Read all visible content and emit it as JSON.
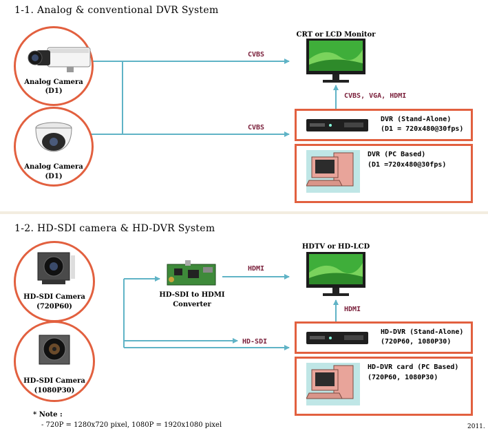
{
  "section1": {
    "title": "1-1. Analog & conventional DVR System",
    "camera1": {
      "name": "Analog Camera",
      "res": "(D1)"
    },
    "camera2": {
      "name": "Analog Camera",
      "res": "(D1)"
    },
    "monitor": "CRT or LCD Monitor",
    "signal_top": "CVBS",
    "signal_mid": "CVBS",
    "signal_up": "CVBS, VGA, HDMI",
    "dvr_sa": {
      "line1": "DVR (Stand-Alone)",
      "line2": "(D1 = 720x480@30fps)"
    },
    "dvr_pc": {
      "line1": "DVR (PC Based)",
      "line2": "(D1 =720x480@30fps)"
    }
  },
  "section2": {
    "title": "1-2. HD-SDI camera & HD-DVR System",
    "camera1": {
      "name": "HD-SDI Camera",
      "res": "(720P60)"
    },
    "camera2": {
      "name": "HD-SDI Camera",
      "res": "(1080P30)"
    },
    "converter": {
      "line1": "HD-SDI to HDMI",
      "line2": "Converter"
    },
    "monitor": "HDTV or HD-LCD",
    "signal_top": "HDMI",
    "signal_mid": "HD-SDI",
    "signal_up": "HDMI",
    "dvr_sa": {
      "line1": "HD-DVR (Stand-Alone)",
      "line2": "(720P60, 1080P30)"
    },
    "dvr_pc": {
      "line1": "HD-DVR card (PC Based)",
      "line2": "(720P60, 1080P30)"
    }
  },
  "note": {
    "title": "* Note :",
    "text": "- 720P = 1280x720 pixel, 1080P = 1920x1080 pixel"
  },
  "year": "2011.",
  "colors": {
    "accent": "#e2603f",
    "line": "#5fb3c6",
    "signal": "#7a1f3a"
  }
}
